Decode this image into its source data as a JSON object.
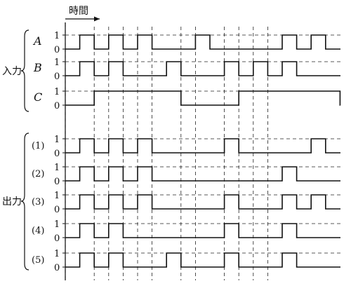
{
  "time_label": "時間",
  "input_group_label": "入力",
  "output_group_label": "出力",
  "level_labels": {
    "high": "1",
    "low": "0"
  },
  "boundaries": [
    0,
    2,
    3,
    4,
    5,
    6,
    8,
    9,
    11,
    12,
    13,
    14
  ],
  "inputs": [
    {
      "name": "A",
      "pulses": [
        [
          1,
          2
        ],
        [
          3,
          4
        ],
        [
          5,
          6
        ],
        [
          9,
          10
        ],
        [
          15,
          16
        ],
        [
          17,
          18
        ]
      ]
    },
    {
      "name": "B",
      "pulses": [
        [
          1,
          2
        ],
        [
          3,
          4
        ],
        [
          7,
          8
        ],
        [
          11,
          12
        ],
        [
          13,
          14
        ],
        [
          15,
          16
        ]
      ]
    },
    {
      "name": "C",
      "pulses": [
        [
          2,
          8
        ],
        [
          12,
          19
        ]
      ]
    }
  ],
  "outputs": [
    {
      "name": "(1)",
      "pulses": [
        [
          1,
          2
        ],
        [
          3,
          4
        ],
        [
          5,
          6
        ],
        [
          11,
          12
        ],
        [
          17,
          18
        ]
      ]
    },
    {
      "name": "(2)",
      "pulses": [
        [
          1,
          2
        ],
        [
          3,
          4
        ],
        [
          5,
          6
        ],
        [
          15,
          16
        ]
      ]
    },
    {
      "name": "(3)",
      "pulses": [
        [
          1,
          2
        ],
        [
          3,
          4
        ],
        [
          5,
          6
        ],
        [
          11,
          12
        ],
        [
          15,
          16
        ],
        [
          17,
          18
        ]
      ]
    },
    {
      "name": "(4)",
      "pulses": [
        [
          1,
          2
        ],
        [
          3,
          4
        ],
        [
          11,
          12
        ],
        [
          15,
          16
        ]
      ]
    },
    {
      "name": "(5)",
      "pulses": [
        [
          1,
          2
        ],
        [
          3,
          4
        ],
        [
          7,
          8
        ],
        [
          11,
          12
        ],
        [
          15,
          16
        ]
      ]
    }
  ]
}
